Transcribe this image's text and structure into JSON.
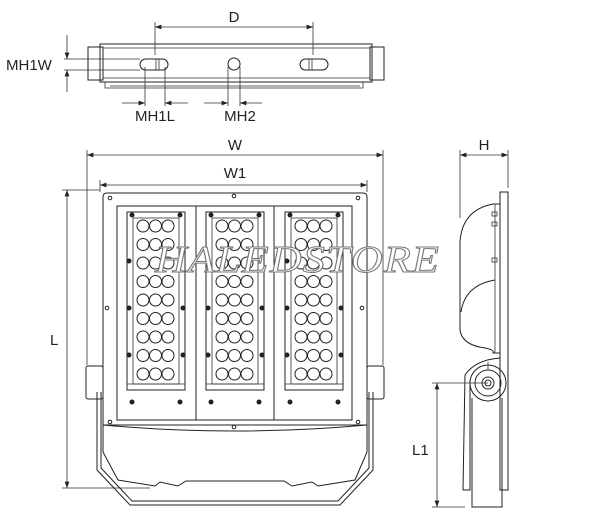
{
  "drawing": {
    "labels": {
      "D": "D",
      "MH1W": "MH1W",
      "MH1L": "MH1L",
      "MH2": "MH2",
      "W": "W",
      "W1": "W1",
      "L": "L",
      "H": "H",
      "L1": "L1"
    },
    "watermark": "HALEDSTORE",
    "led_modules": 3,
    "led_rows": 9,
    "led_cols": 3,
    "line_color": "#222222"
  }
}
